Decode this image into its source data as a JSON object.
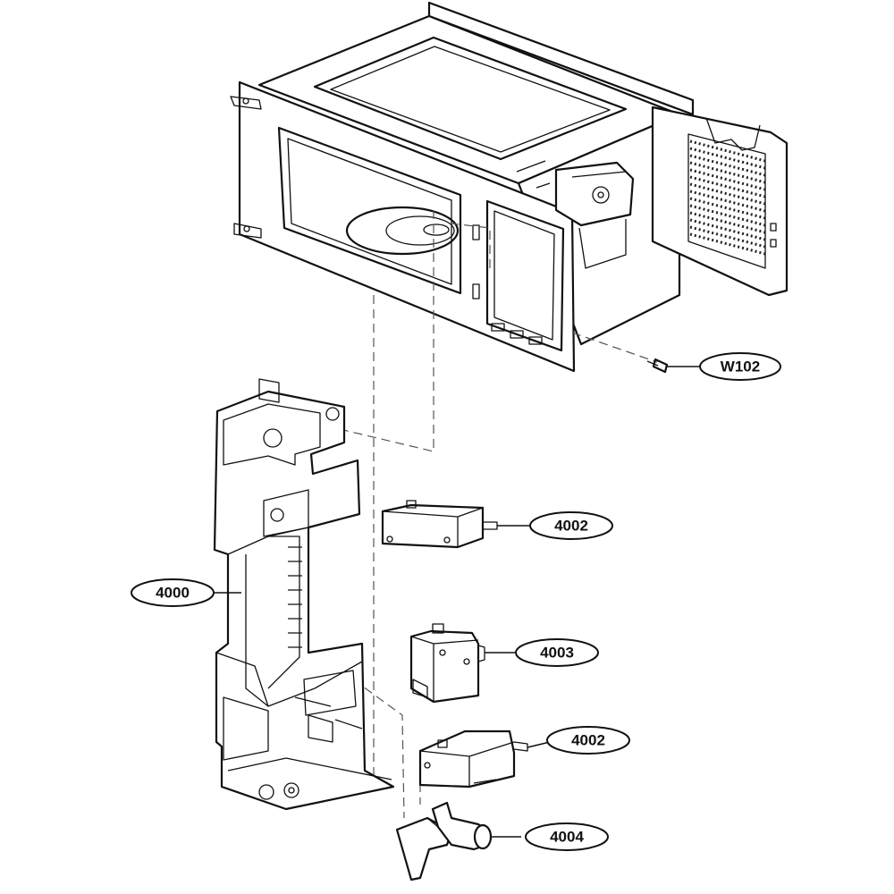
{
  "callouts": {
    "w102": "W102",
    "p4002a": "4002",
    "p4000": "4000",
    "p4003": "4003",
    "p4002b": "4002",
    "p4004": "4004"
  }
}
